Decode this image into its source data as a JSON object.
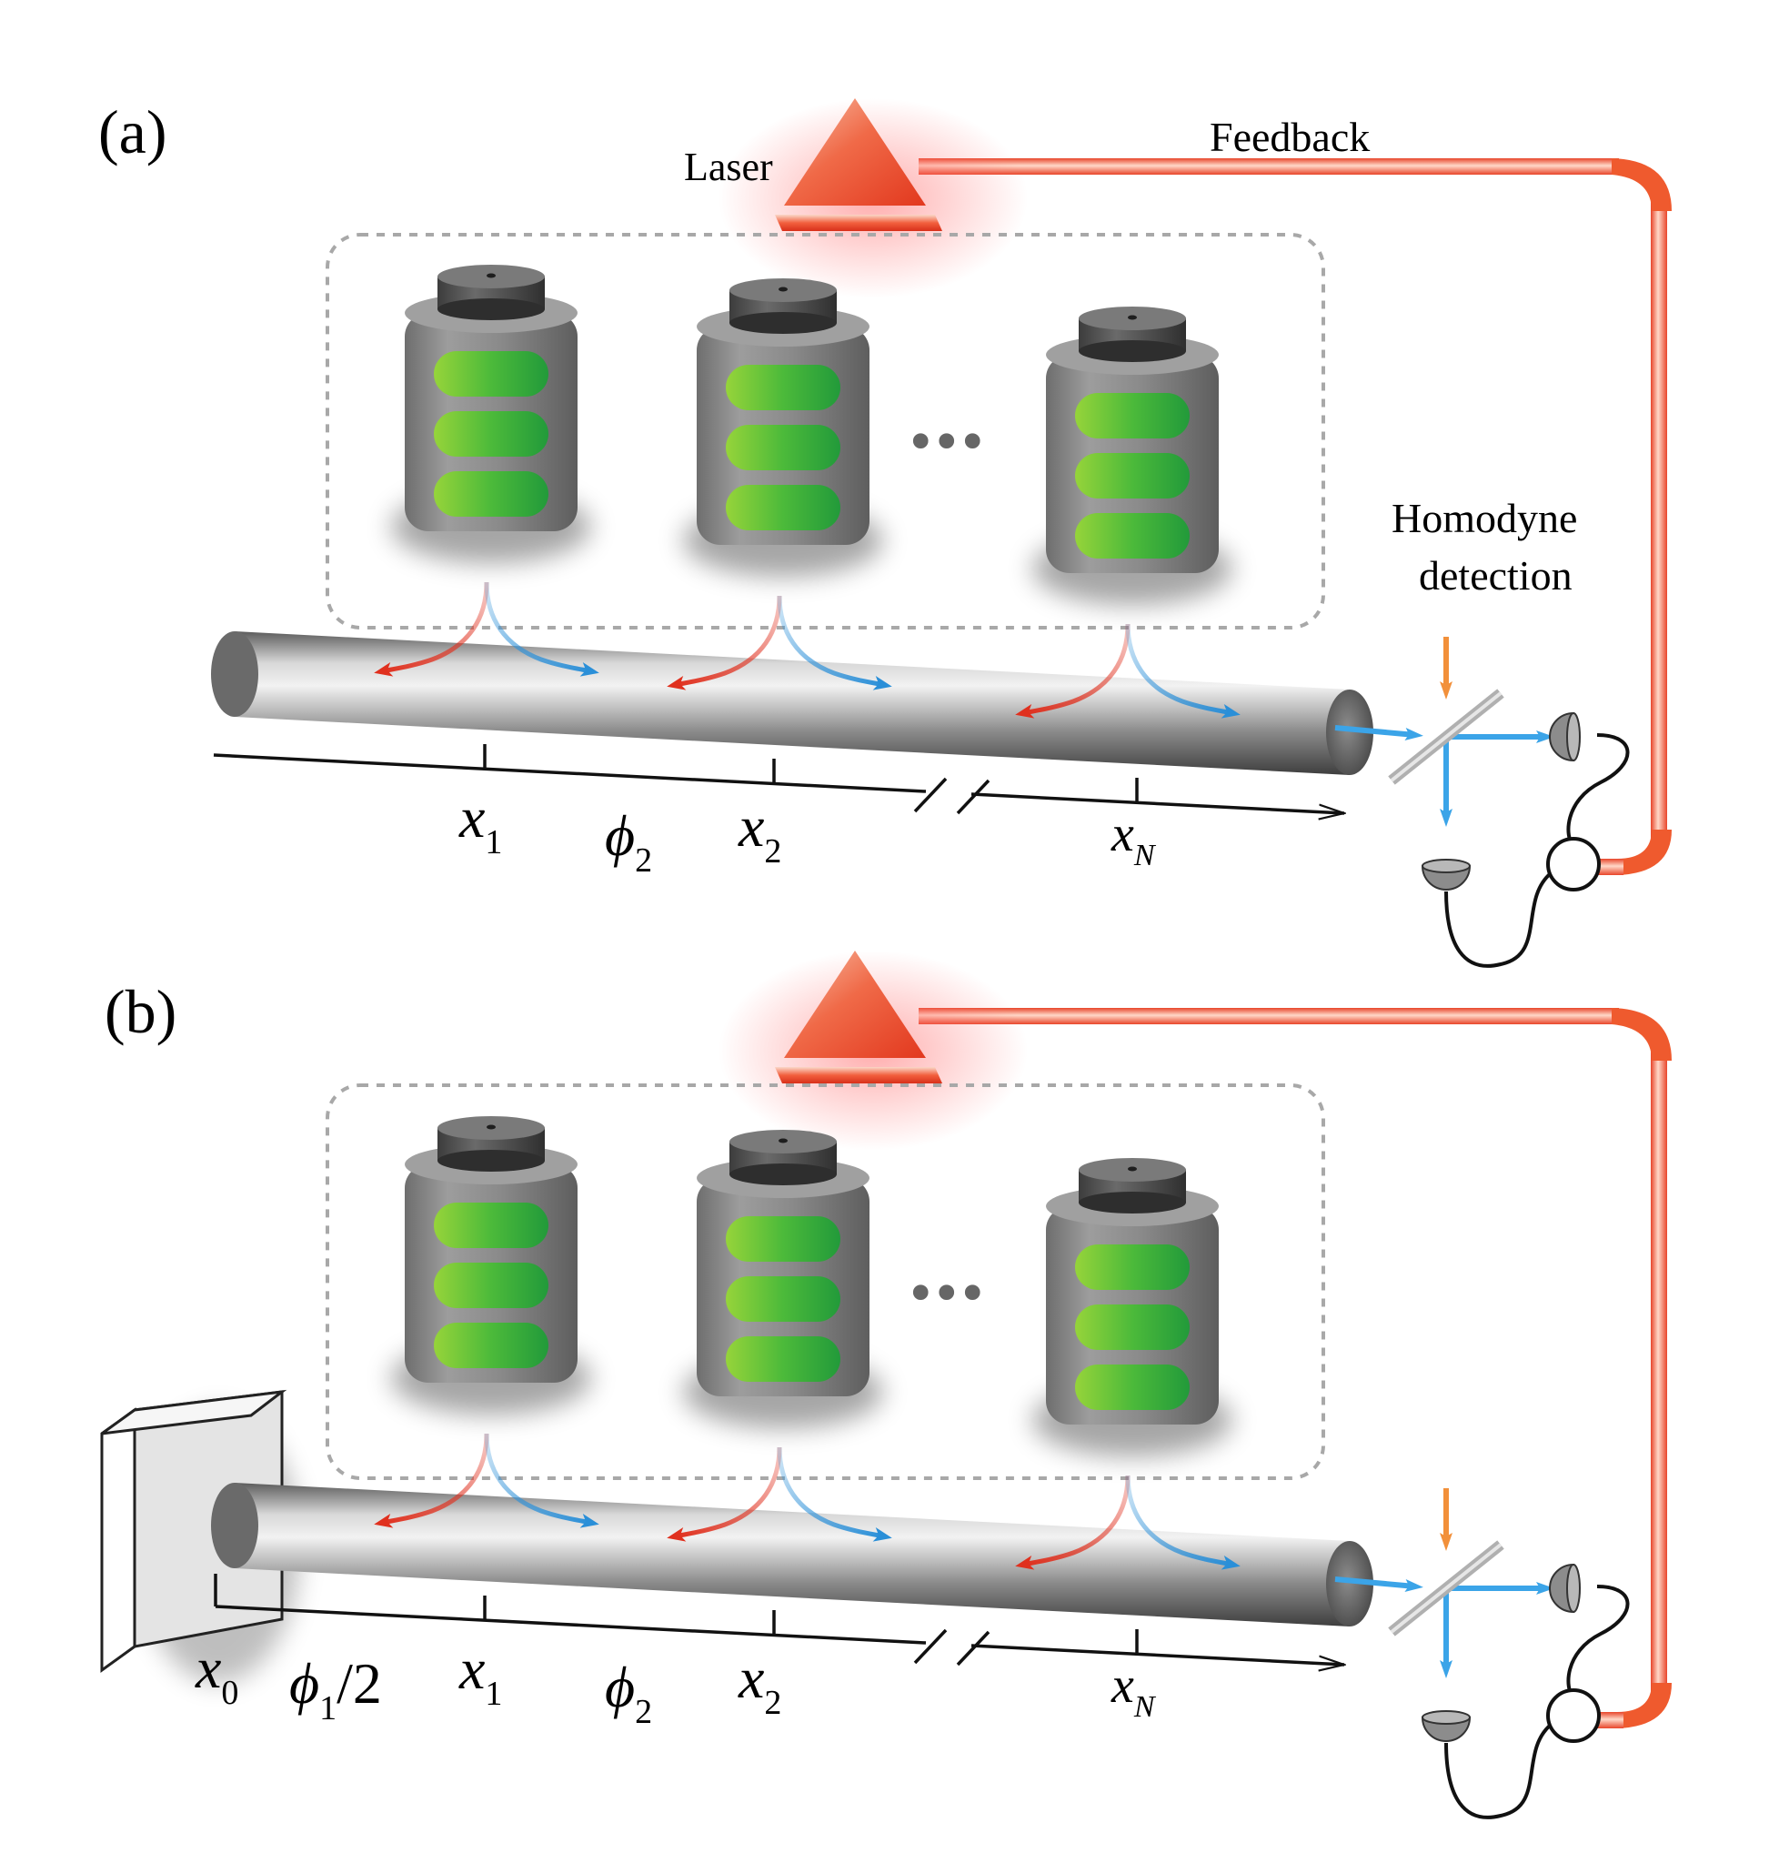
{
  "panels": [
    {
      "label": "(a)",
      "laser_label": "Laser",
      "feedback_label": "Feedback",
      "homodyne_label_line1": "Homodyne",
      "homodyne_label_line2": "detection",
      "ellipsis": "•••",
      "axis": {
        "x1": "x",
        "x1_sub": "1",
        "phi2": "ϕ",
        "phi2_sub": "2",
        "x2": "x",
        "x2_sub": "2",
        "xN": "x",
        "xN_sub": "N"
      }
    },
    {
      "label": "(b)",
      "ellipsis": "•••",
      "axis": {
        "x0": "x",
        "x0_sub": "0",
        "phi1": "ϕ",
        "phi1_sub": "1",
        "phi1_div": "/2",
        "x1": "x",
        "x1_sub": "1",
        "phi2": "ϕ",
        "phi2_sub": "2",
        "x2": "x",
        "x2_sub": "2",
        "xN": "x",
        "xN_sub": "N"
      }
    }
  ],
  "colors": {
    "laser_red": "#e8452a",
    "feedback_red": "#ef5a2e",
    "battery_green": "#3cb43c",
    "battery_gray": "#8a8a8a",
    "waveguide_gray": "#7a7a7a",
    "arrow_red": "#e0301e",
    "arrow_blue": "#2a8fd8",
    "dashed_box": "#a8a8a8"
  }
}
